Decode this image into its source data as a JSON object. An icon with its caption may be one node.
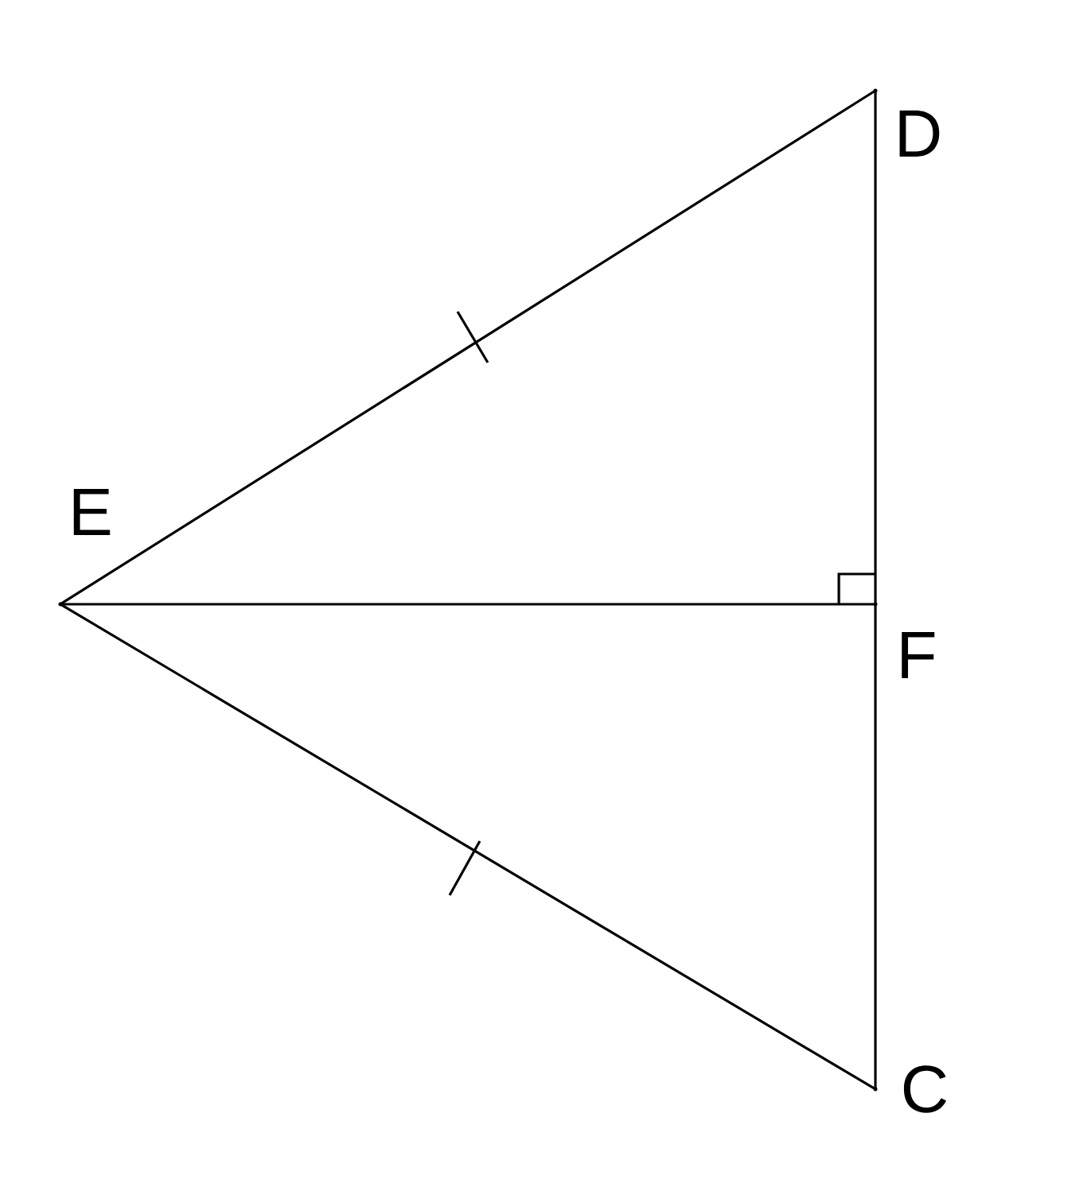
{
  "diagram": {
    "nodes": [
      {
        "text": [
          "D"
        ]
      },
      {
        "text": [
          "E"
        ]
      },
      {
        "text": [
          "F"
        ]
      },
      {
        "text": [
          "C"
        ]
      }
    ],
    "edges": [
      {
        "from": 1,
        "to": 0,
        "arrow": "none"
      },
      {
        "from": 1,
        "to": 2,
        "arrow": "none"
      },
      {
        "from": 1,
        "to": 3,
        "arrow": "none"
      },
      {
        "from": 0,
        "to": 2,
        "arrow": "none"
      },
      {
        "from": 2,
        "to": 3,
        "arrow": "none"
      }
    ]
  }
}
